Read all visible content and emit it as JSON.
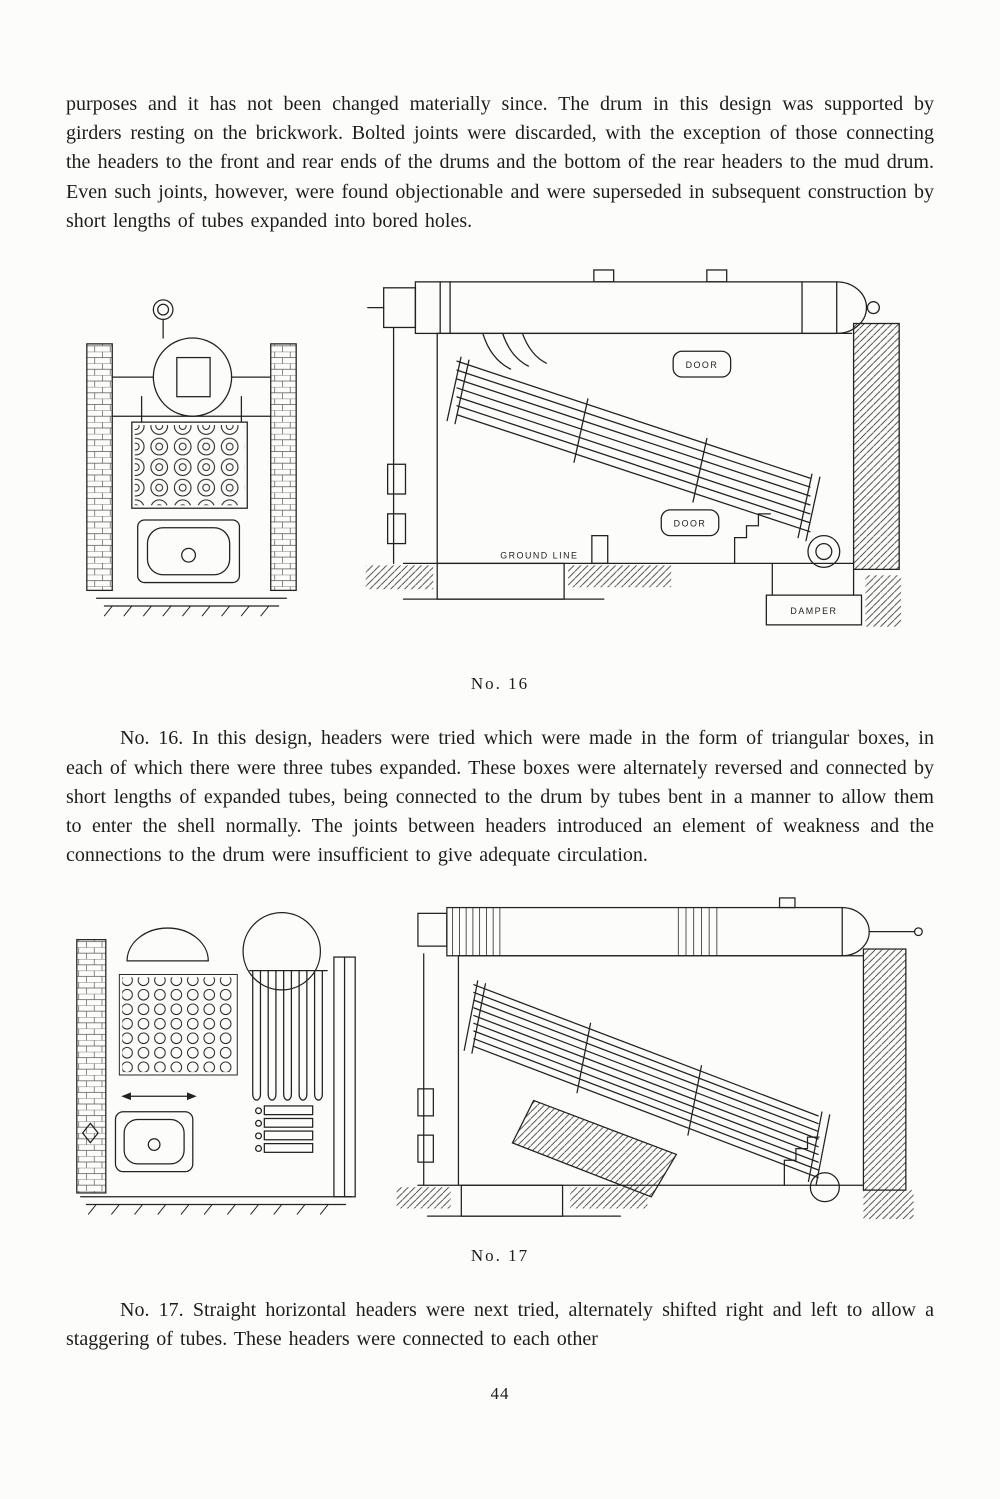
{
  "document": {
    "page_number": "44",
    "paragraph_top": "purposes and it has not been changed materially since.  The drum in this design was supported by girders resting on the brickwork.  Bolted joints were discarded, with the exception of those connecting the headers to the front and rear ends of the drums and the bottom of the rear headers to the mud drum.  Even such joints, however, were found objectionable and were superseded in subsequent construction by short lengths of tubes expanded into bored holes.",
    "paragraph_no16": "No. 16.  In this design, headers were tried which were made in the form of triangular boxes, in each of which there were three tubes expanded.  These boxes were alternately reversed and connected by short lengths of expanded tubes, being connected to the drum by tubes bent in a manner to allow them to enter the shell normally.  The joints between headers introduced an element of weakness and the connections to the drum were insufficient to give adequate circulation.",
    "paragraph_no17": "No. 17.  Straight horizontal headers were next tried, alternately shifted right and left to allow a staggering of tubes.  These headers were connected to each other"
  },
  "figures": {
    "fig16": {
      "caption": "No. 16",
      "labels": {
        "door_upper": "DOOR",
        "door_lower": "DOOR",
        "ground_line": "GROUND LINE",
        "damper": "DAMPER"
      }
    },
    "fig17": {
      "caption": "No. 17"
    }
  },
  "colors": {
    "ink": "#1d1d1d",
    "paper": "#fcfcfa"
  }
}
